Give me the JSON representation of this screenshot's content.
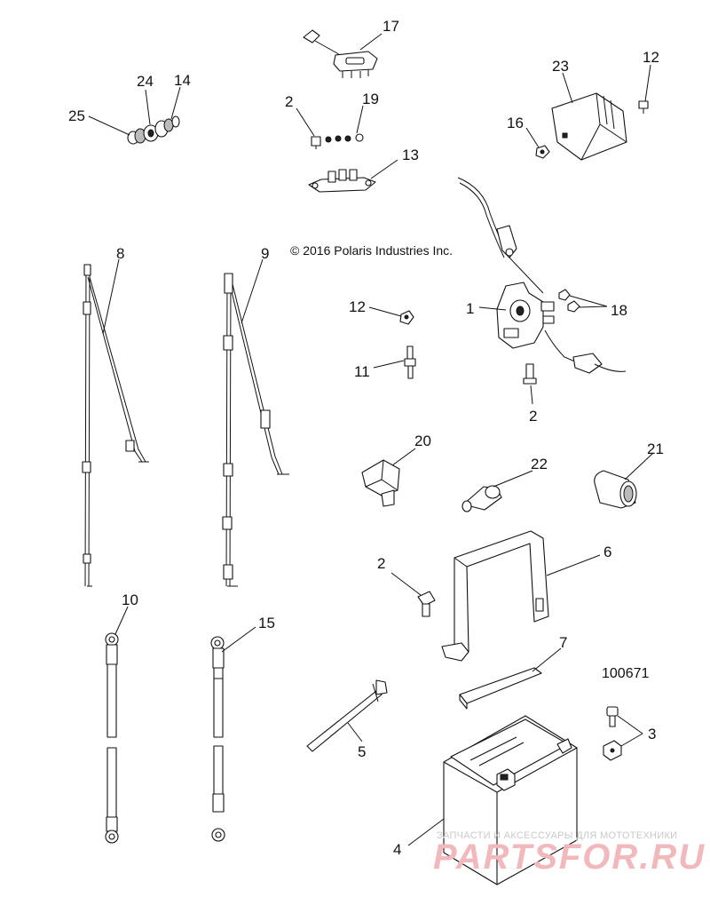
{
  "diagram": {
    "copyright": "© 2016 Polaris Industries Inc.",
    "reference_number": "100671",
    "callouts": [
      "17",
      "24",
      "14",
      "25",
      "2",
      "19",
      "13",
      "23",
      "12",
      "16",
      "8",
      "9",
      "12",
      "1",
      "18",
      "11",
      "2",
      "20",
      "22",
      "21",
      "2",
      "6",
      "10",
      "15",
      "7",
      "3",
      "5",
      "4"
    ]
  },
  "watermark": {
    "tagline": "ЗАПЧАСТИ И АКСЕССУАРЫ ДЛЯ МОТОТЕХНИКИ",
    "logo_text": "PARTSFOR.RU"
  }
}
